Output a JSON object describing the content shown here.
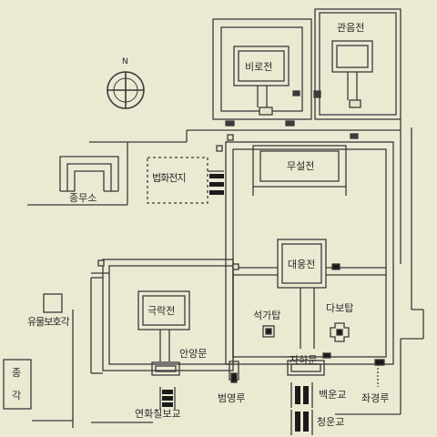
{
  "compass": {
    "north": "N"
  },
  "buildings": {
    "birojeon": "비로전",
    "gwaneumjeon": "관음전",
    "museoljeon": "무설전",
    "beophwajeonji": "법화전지",
    "jongmuso": "종무소",
    "daeungjeon": "대웅전",
    "geungnakjeon": "극락전",
    "seokgatap": "석가탑",
    "dabotap": "다보탑",
    "yumulbogwan": "유물보호각",
    "jonggak": "종각",
    "anyangmun": "안양문",
    "jahamun": "자하문",
    "beomyeongnu": "범영루",
    "baegungyo": "백운교",
    "jwagyeongnu": "좌경루",
    "yeonhwachilbogyo": "연화칠보교",
    "cheongungyo": "청운교"
  },
  "colors": {
    "background": "#ece9d3",
    "line": "#3a3a3a",
    "dark": "#1a1a1a"
  }
}
